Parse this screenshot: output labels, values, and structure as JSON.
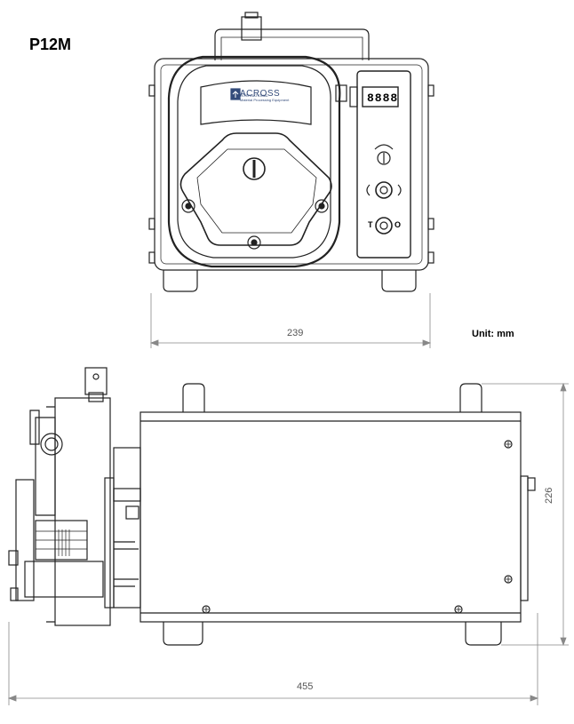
{
  "model_label": "P12M",
  "unit_label": "Unit: mm",
  "dimensions": {
    "width": "239",
    "length": "455",
    "height": "226"
  },
  "brand": {
    "name": "ACROSS",
    "line2": "INTERNATIONAL",
    "tagline": "Material Processing Equipment"
  },
  "display_readout": "8888",
  "switch_marks": [
    "T",
    "O"
  ]
}
